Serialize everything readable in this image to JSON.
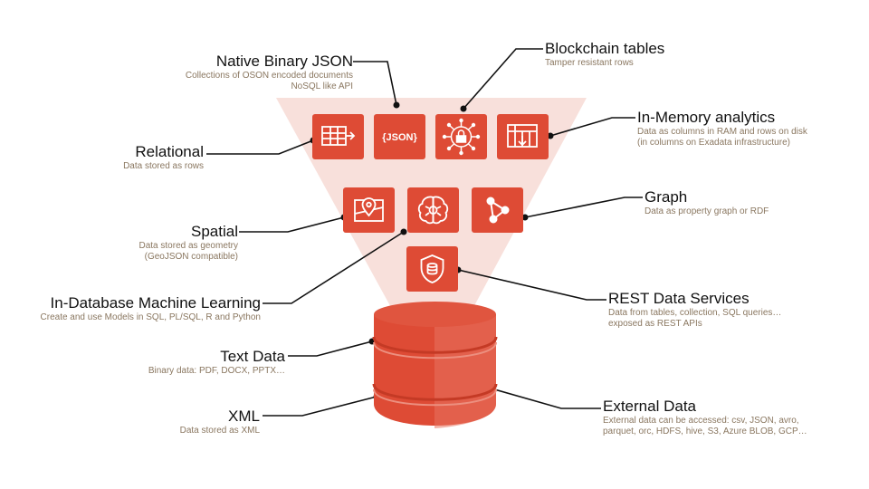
{
  "colors": {
    "accent": "#de4b35",
    "accent_light": "#e8735f",
    "funnel": "#f6d6cf",
    "title": "#111111",
    "description": "#8a7760",
    "connector": "#111111"
  },
  "features": {
    "native_json": {
      "title": "Native Binary JSON",
      "desc1": "Collections of OSON encoded documents",
      "desc2": "NoSQL like API"
    },
    "blockchain": {
      "title": "Blockchain tables",
      "desc1": "Tamper resistant rows"
    },
    "relational": {
      "title": "Relational",
      "desc1": "Data stored as rows"
    },
    "inmemory": {
      "title": "In-Memory analytics",
      "desc1": "Data as columns in RAM and rows on disk",
      "desc2": "(in columns on Exadata infrastructure)"
    },
    "spatial": {
      "title": "Spatial",
      "desc1": "Data stored as geometry",
      "desc2": "(GeoJSON compatible)"
    },
    "graph": {
      "title": "Graph",
      "desc1": "Data as property graph or RDF"
    },
    "ml": {
      "title": "In-Database Machine Learning",
      "desc1": "Create and use Models in SQL, PL/SQL, R and Python"
    },
    "rest": {
      "title": "REST Data Services",
      "desc1": "Data from tables, collection, SQL queries…",
      "desc2": "exposed as REST APIs"
    },
    "text": {
      "title": "Text Data",
      "desc1": "Binary data: PDF, DOCX, PPTX…"
    },
    "xml": {
      "title": "XML",
      "desc1": "Data stored as XML"
    },
    "external": {
      "title": "External Data",
      "desc1": "External data can be accessed: csv, JSON, avro,",
      "desc2": "parquet, orc, HDFS, hive, S3, Azure BLOB, GCP…"
    }
  },
  "icons": {
    "relational": "table-arrow-icon",
    "json": "json-icon",
    "blockchain": "blockchain-lock-icon",
    "inmemory": "columns-download-icon",
    "spatial": "map-pin-icon",
    "ml": "brain-icon",
    "graph": "graph-nodes-icon",
    "rest": "shield-database-icon",
    "json_icon_text": "{JSON}"
  }
}
